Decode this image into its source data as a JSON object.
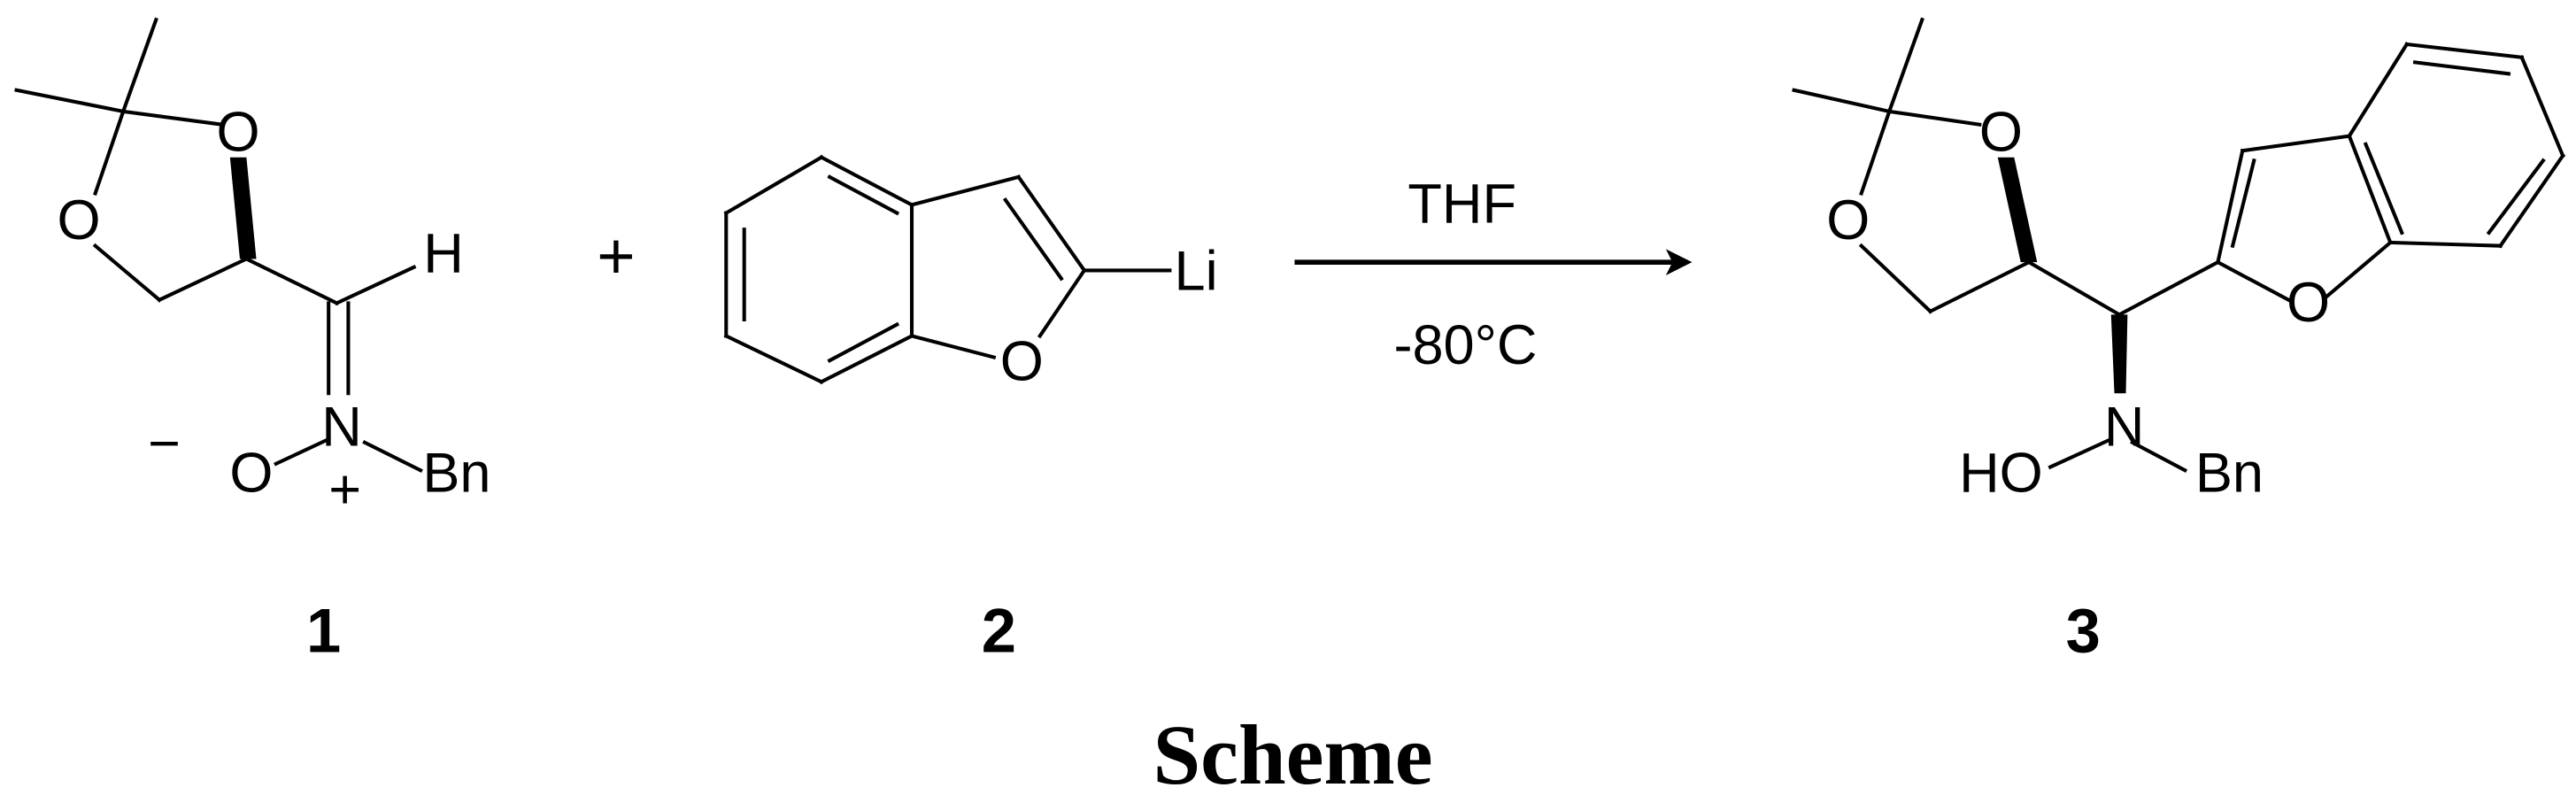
{
  "scheme": {
    "caption": "Scheme",
    "reaction_arrow": {
      "above": "THF",
      "below": "-80°C"
    },
    "plus_sign": "+",
    "compounds": [
      {
        "number": "1",
        "description": "N-benzyl nitrone of (R)-2,3-O-isopropylideneglyceraldehyde",
        "atom_labels": {
          "ring_o_top": "O",
          "ring_o_left": "O",
          "h": "H",
          "n": "N",
          "o_minus": "O",
          "bn": "Bn",
          "minus": "−",
          "plus": "+"
        }
      },
      {
        "number": "2",
        "description": "2-lithiobenzofuran",
        "atom_labels": {
          "ring_o": "O",
          "li": "Li"
        }
      },
      {
        "number": "3",
        "description": "N-benzyl hydroxylamine adduct",
        "atom_labels": {
          "ring_o_top": "O",
          "ring_o_left": "O",
          "furan_o": "O",
          "n": "N",
          "ho": "HO",
          "bn": "Bn"
        }
      }
    ]
  }
}
